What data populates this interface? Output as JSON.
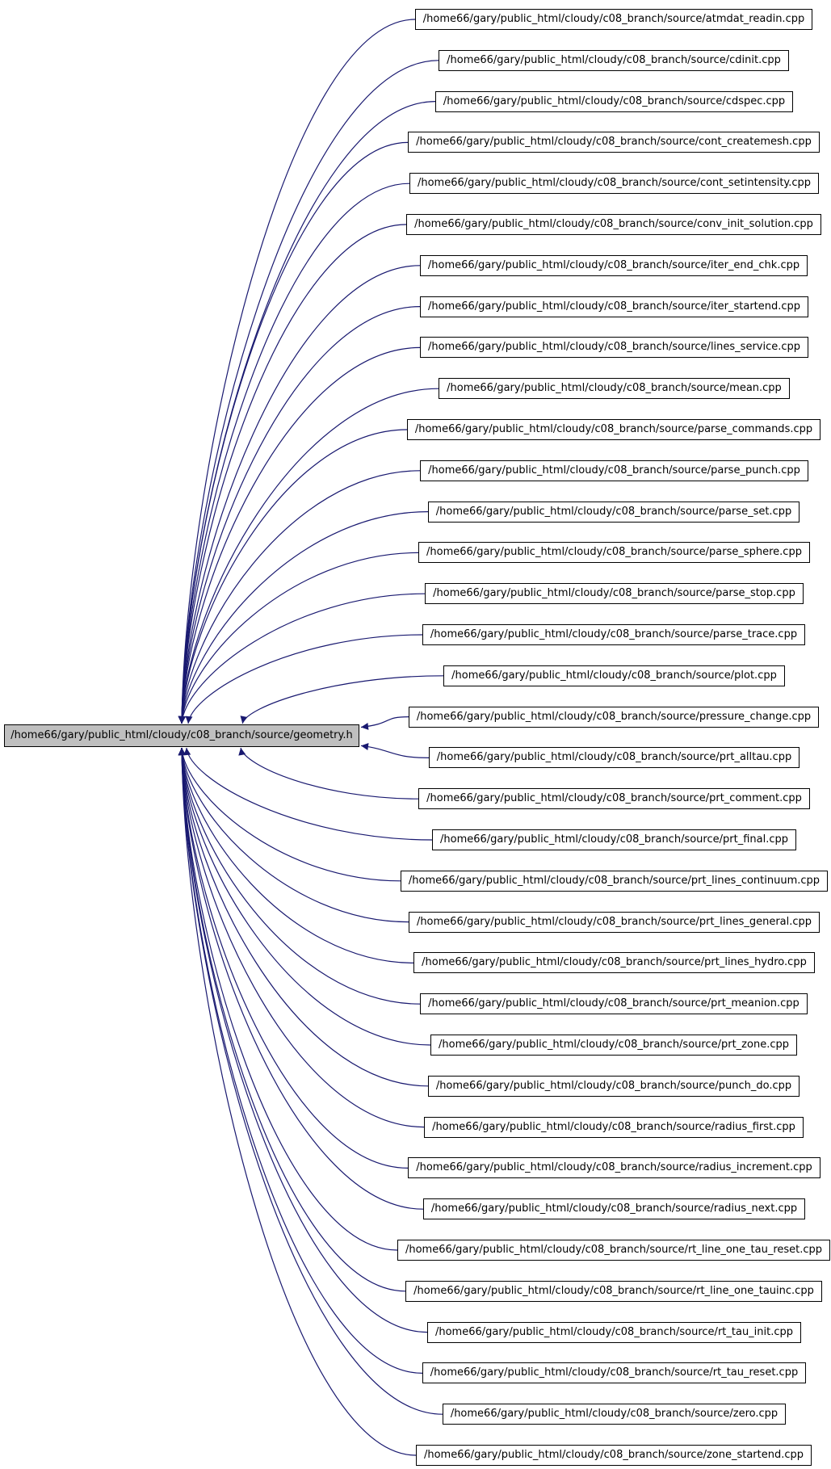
{
  "root": {
    "label": "/home66/gary/public_html/cloudy/c08_branch/source/geometry.h"
  },
  "colors": {
    "edge": "#191970",
    "root_fill": "#bfbfbf",
    "node_fill": "#ffffff",
    "border": "#000000"
  },
  "files": [
    "/home66/gary/public_html/cloudy/c08_branch/source/atmdat_readin.cpp",
    "/home66/gary/public_html/cloudy/c08_branch/source/cdinit.cpp",
    "/home66/gary/public_html/cloudy/c08_branch/source/cdspec.cpp",
    "/home66/gary/public_html/cloudy/c08_branch/source/cont_createmesh.cpp",
    "/home66/gary/public_html/cloudy/c08_branch/source/cont_setintensity.cpp",
    "/home66/gary/public_html/cloudy/c08_branch/source/conv_init_solution.cpp",
    "/home66/gary/public_html/cloudy/c08_branch/source/iter_end_chk.cpp",
    "/home66/gary/public_html/cloudy/c08_branch/source/iter_startend.cpp",
    "/home66/gary/public_html/cloudy/c08_branch/source/lines_service.cpp",
    "/home66/gary/public_html/cloudy/c08_branch/source/mean.cpp",
    "/home66/gary/public_html/cloudy/c08_branch/source/parse_commands.cpp",
    "/home66/gary/public_html/cloudy/c08_branch/source/parse_punch.cpp",
    "/home66/gary/public_html/cloudy/c08_branch/source/parse_set.cpp",
    "/home66/gary/public_html/cloudy/c08_branch/source/parse_sphere.cpp",
    "/home66/gary/public_html/cloudy/c08_branch/source/parse_stop.cpp",
    "/home66/gary/public_html/cloudy/c08_branch/source/parse_trace.cpp",
    "/home66/gary/public_html/cloudy/c08_branch/source/plot.cpp",
    "/home66/gary/public_html/cloudy/c08_branch/source/pressure_change.cpp",
    "/home66/gary/public_html/cloudy/c08_branch/source/prt_alltau.cpp",
    "/home66/gary/public_html/cloudy/c08_branch/source/prt_comment.cpp",
    "/home66/gary/public_html/cloudy/c08_branch/source/prt_final.cpp",
    "/home66/gary/public_html/cloudy/c08_branch/source/prt_lines_continuum.cpp",
    "/home66/gary/public_html/cloudy/c08_branch/source/prt_lines_general.cpp",
    "/home66/gary/public_html/cloudy/c08_branch/source/prt_lines_hydro.cpp",
    "/home66/gary/public_html/cloudy/c08_branch/source/prt_meanion.cpp",
    "/home66/gary/public_html/cloudy/c08_branch/source/prt_zone.cpp",
    "/home66/gary/public_html/cloudy/c08_branch/source/punch_do.cpp",
    "/home66/gary/public_html/cloudy/c08_branch/source/radius_first.cpp",
    "/home66/gary/public_html/cloudy/c08_branch/source/radius_increment.cpp",
    "/home66/gary/public_html/cloudy/c08_branch/source/radius_next.cpp",
    "/home66/gary/public_html/cloudy/c08_branch/source/rt_line_one_tau_reset.cpp",
    "/home66/gary/public_html/cloudy/c08_branch/source/rt_line_one_tauinc.cpp",
    "/home66/gary/public_html/cloudy/c08_branch/source/rt_tau_init.cpp",
    "/home66/gary/public_html/cloudy/c08_branch/source/rt_tau_reset.cpp",
    "/home66/gary/public_html/cloudy/c08_branch/source/zero.cpp",
    "/home66/gary/public_html/cloudy/c08_branch/source/zone_startend.cpp"
  ]
}
